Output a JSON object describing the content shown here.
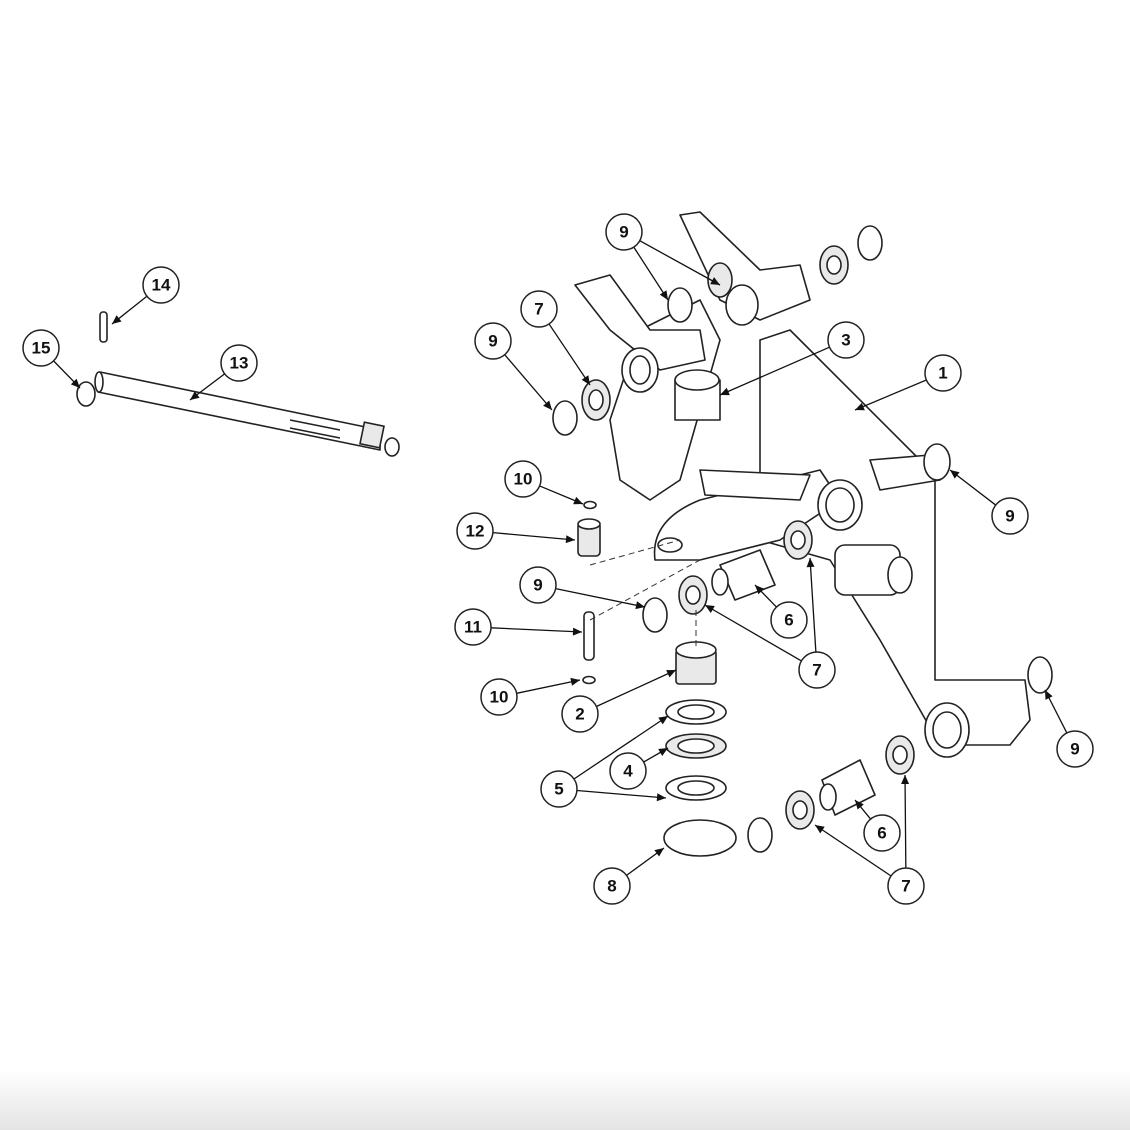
{
  "diagram": {
    "type": "exploded-parts-diagram",
    "callouts": [
      {
        "label": "14"
      },
      {
        "label": "15"
      },
      {
        "label": "13"
      },
      {
        "label": "9"
      },
      {
        "label": "7"
      },
      {
        "label": "9"
      },
      {
        "label": "3"
      },
      {
        "label": "1"
      },
      {
        "label": "10"
      },
      {
        "label": "12"
      },
      {
        "label": "9"
      },
      {
        "label": "9"
      },
      {
        "label": "6"
      },
      {
        "label": "11"
      },
      {
        "label": "7"
      },
      {
        "label": "10"
      },
      {
        "label": "2"
      },
      {
        "label": "4"
      },
      {
        "label": "5"
      },
      {
        "label": "9"
      },
      {
        "label": "6"
      },
      {
        "label": "8"
      },
      {
        "label": "7"
      }
    ]
  }
}
